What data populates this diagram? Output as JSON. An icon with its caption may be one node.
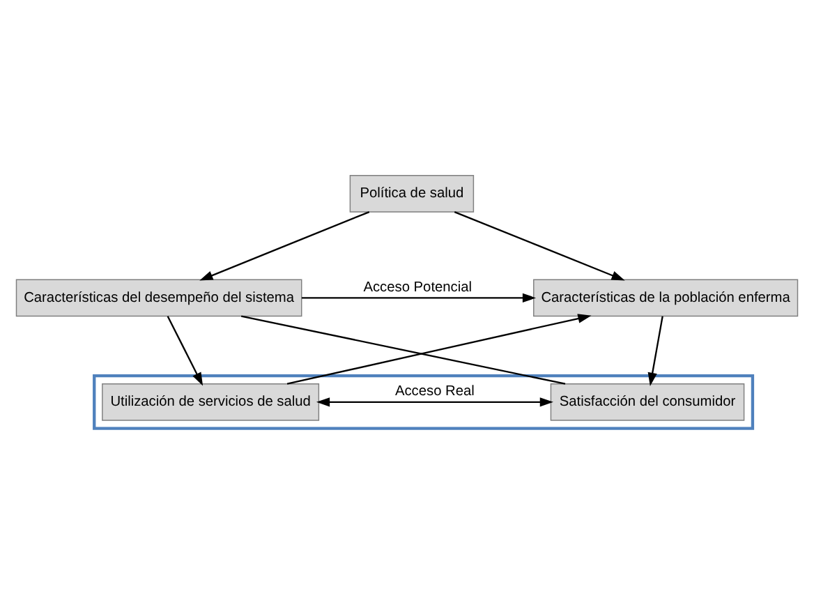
{
  "diagram": {
    "nodes": [
      {
        "text": [
          "Política de salud"
        ]
      },
      {
        "text": [
          "Características del desempeño del sistema"
        ]
      },
      {
        "text": [
          "Características de la población enferma"
        ]
      },
      {
        "text": [],
        "shape": "box"
      },
      {
        "text": [
          "Utilización de servicios de salud"
        ],
        "in": 3
      },
      {
        "text": [
          "Satisfacción del consumidor"
        ],
        "in": 3
      }
    ],
    "edges": [
      {
        "from": 0,
        "to": 1,
        "arrow": "to"
      },
      {
        "from": 0,
        "to": 2,
        "arrow": "to"
      },
      {
        "from": 1,
        "to": 2,
        "arrow": "to",
        "label": "Acceso Potencial"
      },
      {
        "from": 1,
        "to": 5,
        "arrow": "none"
      },
      {
        "from": 4,
        "to": 2,
        "arrow": "to"
      },
      {
        "from": 1,
        "to": 4,
        "arrow": "to"
      },
      {
        "from": 2,
        "to": 5,
        "arrow": "to"
      },
      {
        "from": 4,
        "to": 5,
        "arrow": "both",
        "label": "Acceso Real"
      }
    ]
  }
}
